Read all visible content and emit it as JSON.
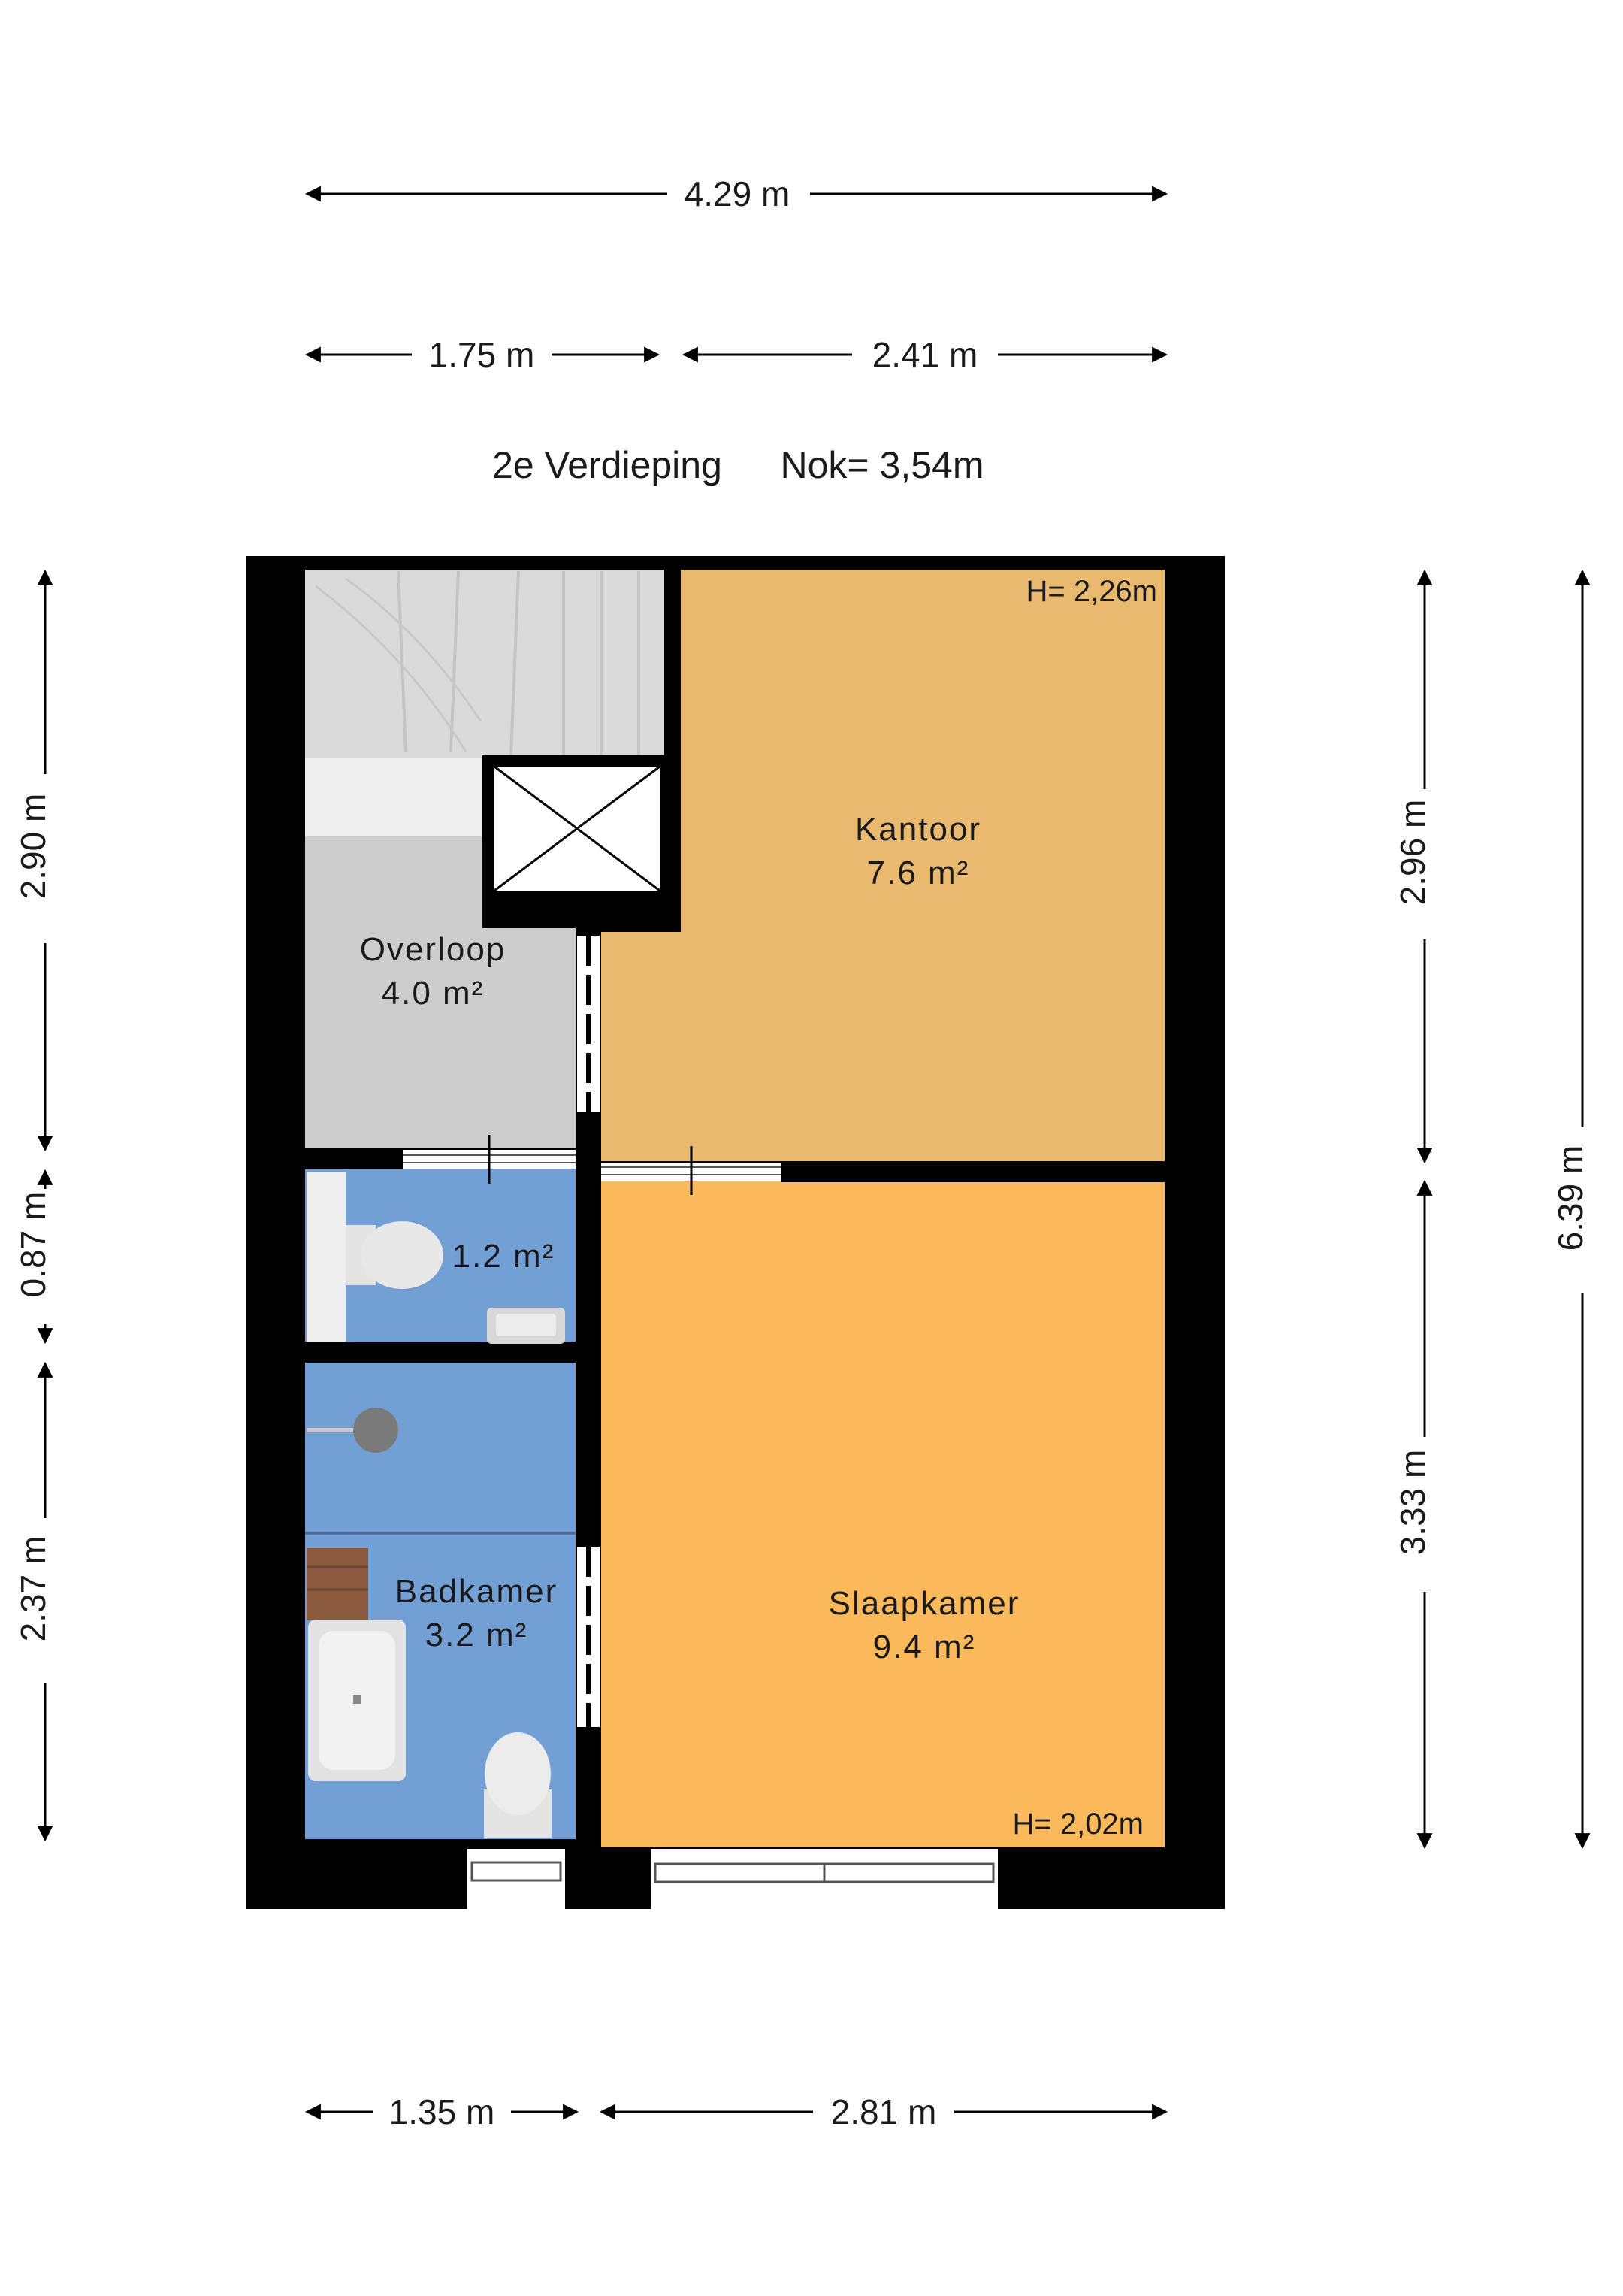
{
  "floor": {
    "title": "2e Verdieping",
    "ridge": "Nok= 3,54m"
  },
  "rooms": {
    "overloop": {
      "name": "Overloop",
      "area": "4.0 m²"
    },
    "kantoor": {
      "name": "Kantoor",
      "area": "7.6 m²",
      "height": "H= 2,26m"
    },
    "toilet": {
      "area": "1.2 m²"
    },
    "badkamer": {
      "name": "Badkamer",
      "area": "3.2 m²"
    },
    "slaapkamer": {
      "name": "Slaapkamer",
      "area": "9.4 m²",
      "height": "H= 2,02m"
    }
  },
  "dimensions": {
    "top_total": "4.29 m",
    "top_left": "1.75 m",
    "top_right": "2.41 m",
    "bottom_left": "1.35 m",
    "bottom_right": "2.81 m",
    "left_top": "2.90 m",
    "left_mid": "0.87 m",
    "left_bottom": "2.37 m",
    "right_top": "2.96 m",
    "right_bottom": "3.33 m",
    "right_total": "6.39 m"
  },
  "colors": {
    "wall": "#000000",
    "overloop": "#cdcdcd",
    "stairs": "#dcdcdc",
    "kantoor": "#e8b96e",
    "slaapkamer": "#fbb95b",
    "bathroom": "#729fd4",
    "fixture": "#e2e2e2",
    "wood": "#8b5a3c"
  }
}
